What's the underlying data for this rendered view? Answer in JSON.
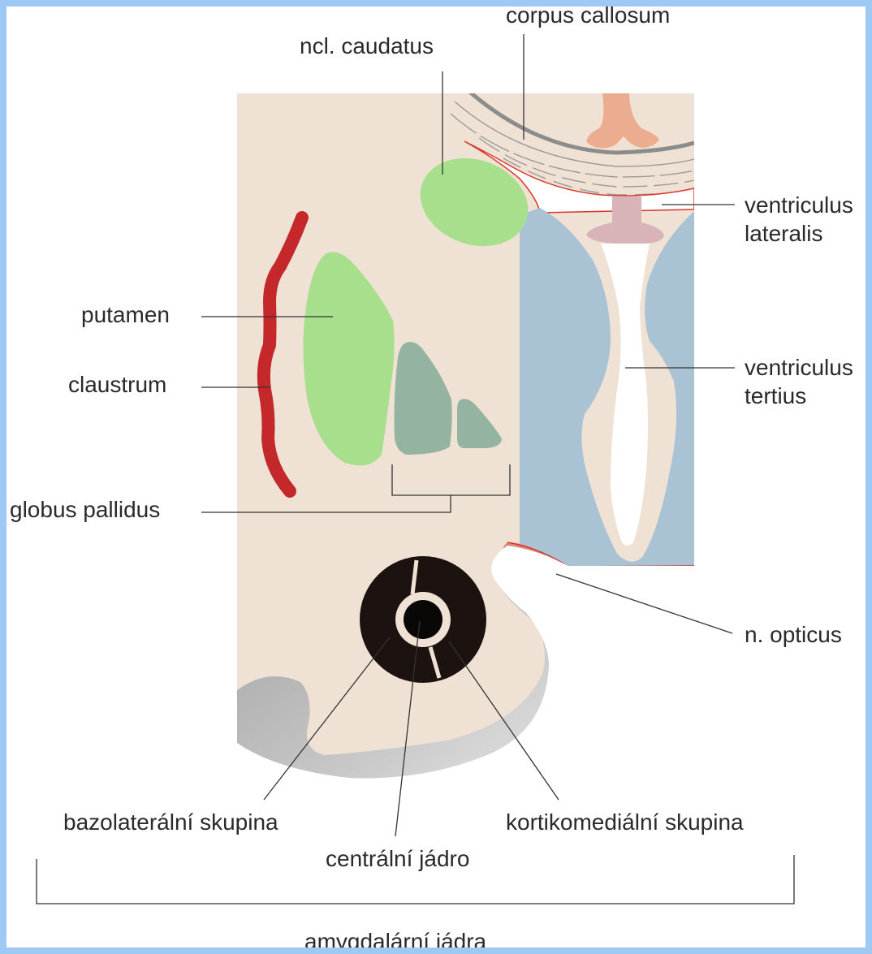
{
  "labels": {
    "corpus_callosum": "corpus callosum",
    "ncl_caudatus": "ncl. caudatus",
    "ventriculus_lateralis_1": "ventriculus",
    "ventriculus_lateralis_2": "lateralis",
    "putamen": "putamen",
    "claustrum": "claustrum",
    "ventriculus_tertius_1": "ventriculus",
    "ventriculus_tertius_2": "tertius",
    "globus_pallidus": "globus pallidus",
    "n_opticus": "n. opticus",
    "bazolateralni": "bazolaterální skupina",
    "kortikomedialni": "kortikomediální skupina",
    "centralni": "centrální jádro",
    "amygdalarni": "amygdalární jádra"
  },
  "colors": {
    "background_frame": "#9ec9f5",
    "tissue": "#efe1d4",
    "caudate_putamen": "#a8df8c",
    "globus_pallidus": "#94b3a1",
    "claustrum": "#c4282a",
    "ventricle_tertius": "#a9c3d5",
    "ventricle_lateralis": "#ffffff",
    "fornix": "#ecac90",
    "thalamus_column": "#d8b4b8",
    "optic_nerve": "#d9877c",
    "cortex_gray": "#b3b3b3",
    "amygdala": "#1c1210"
  }
}
